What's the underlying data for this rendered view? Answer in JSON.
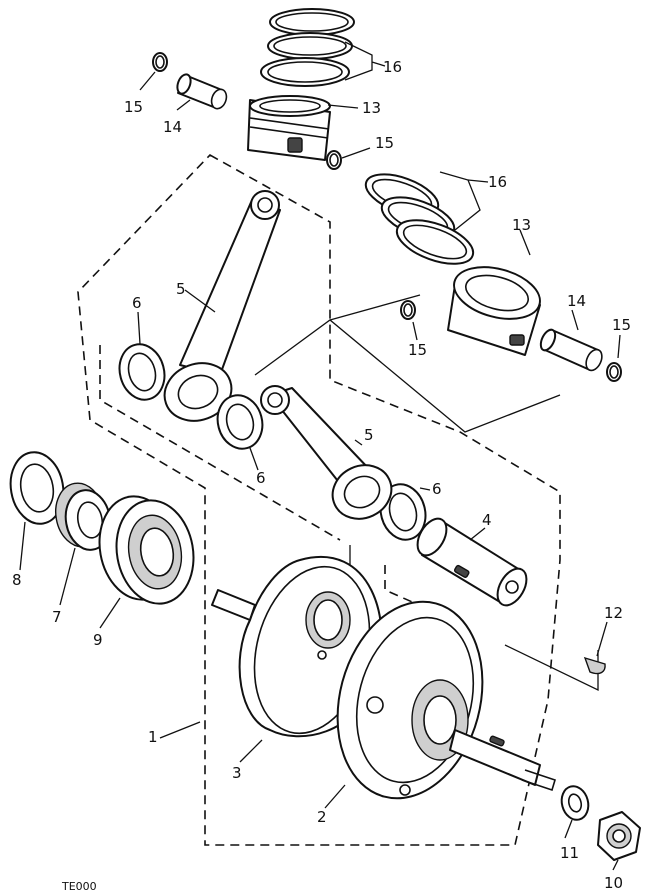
{
  "labels": {
    "crankshaft_assembly": "1",
    "crank_left": "2",
    "crank_right": "3",
    "crank_pin": "4",
    "connecting_rod_upper": "5",
    "connecting_rod_lower": "5",
    "thrust_washer_upper": "6",
    "thrust_washer_middle": "6",
    "thrust_washer_lower": "6",
    "oil_seal": "8",
    "spacer_gear": "7",
    "bearing": "9",
    "nut": "10",
    "washer": "11",
    "woodruff_key": "12",
    "piston_upper": "13",
    "piston_lower": "13",
    "piston_pin_upper": "14",
    "piston_pin_lower": "14",
    "circlip_upper_left": "15",
    "circlip_upper_right": "15",
    "circlip_lower_left": "15",
    "circlip_lower_right": "15",
    "rings_upper": "16",
    "rings_lower": "16"
  },
  "footer": {
    "code": "TE000"
  },
  "colors": {
    "line": "#111111",
    "background": "#ffffff",
    "shade": "#cfcfcf"
  }
}
